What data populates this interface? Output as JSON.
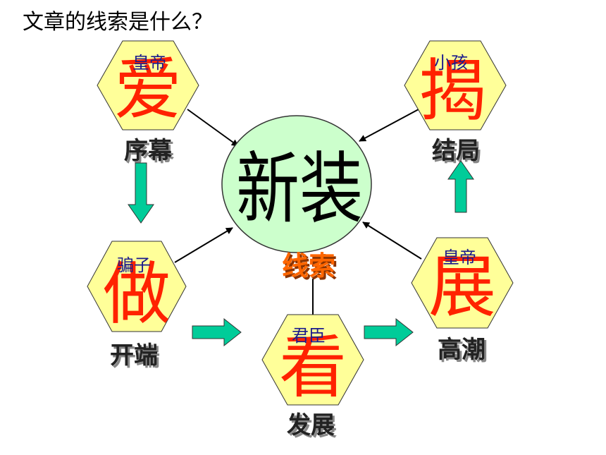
{
  "question": "文章的线索是什么？",
  "center": {
    "main": "新装",
    "clue": "线索",
    "fill": "#ccffcc"
  },
  "colors": {
    "hex_fill": "#ffff99",
    "hex_stroke": "#333333",
    "big_char": "#ff2200",
    "role_text": "#1a1a8c",
    "stage_text": "#222222",
    "flow_arrow": "#00cc99",
    "clue_text": "#ff6600"
  },
  "nodes": [
    {
      "id": "ai",
      "role": "皇帝",
      "char": "爱",
      "stage": "序幕"
    },
    {
      "id": "jie",
      "role": "小孩",
      "char": "揭",
      "stage": "结局"
    },
    {
      "id": "zuo",
      "role": "骗子",
      "char": "做",
      "stage": "开端"
    },
    {
      "id": "kan",
      "role": "君臣",
      "char": "看",
      "stage": "发展"
    },
    {
      "id": "zhan",
      "role": "皇帝",
      "char": "展",
      "stage": "高潮"
    }
  ]
}
